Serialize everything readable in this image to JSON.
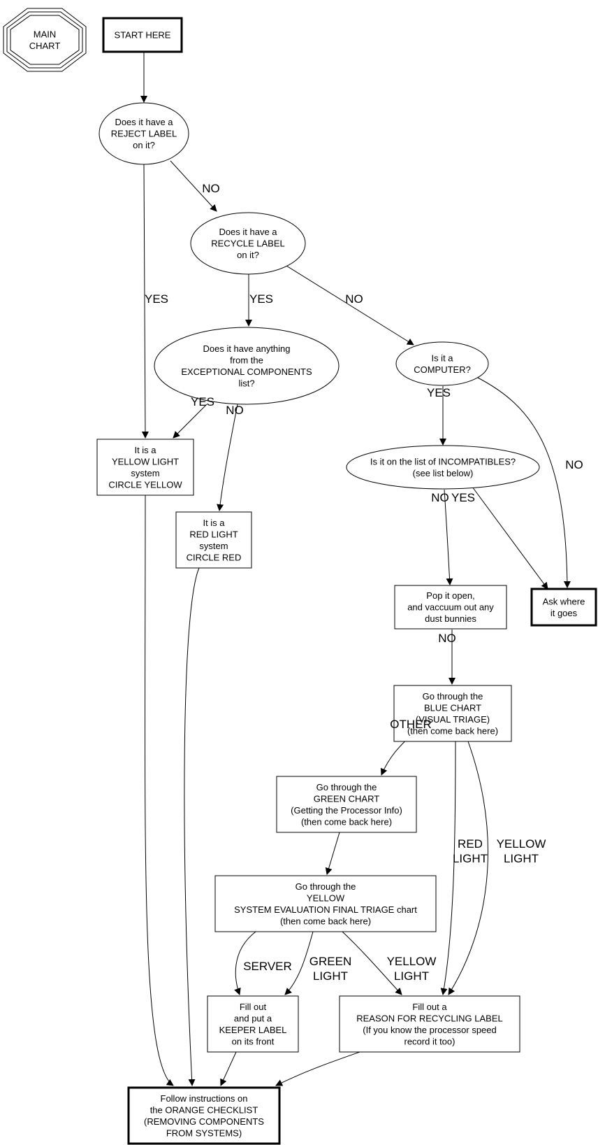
{
  "title": "MAIN CHART",
  "nodes": [
    {
      "id": "main",
      "kind": "octagon-triple",
      "lines": [
        "MAIN",
        "CHART"
      ]
    },
    {
      "id": "start",
      "kind": "box-bold",
      "lines": [
        "START HERE"
      ]
    },
    {
      "id": "reject",
      "kind": "ellipse",
      "lines": [
        "Does it have a",
        "REJECT LABEL",
        "on it?"
      ]
    },
    {
      "id": "recycle",
      "kind": "ellipse",
      "lines": [
        "Does it have a",
        "RECYCLE LABEL",
        "on it?"
      ]
    },
    {
      "id": "exceptional",
      "kind": "ellipse",
      "lines": [
        "Does it have anything",
        "from the",
        "EXCEPTIONAL COMPONENTS",
        "list?"
      ]
    },
    {
      "id": "computer",
      "kind": "ellipse",
      "lines": [
        "Is it a",
        "COMPUTER?"
      ]
    },
    {
      "id": "yellowlight",
      "kind": "box",
      "lines": [
        "It is a",
        "YELLOW LIGHT",
        "system",
        "CIRCLE YELLOW"
      ]
    },
    {
      "id": "redlight",
      "kind": "box",
      "lines": [
        "It is a",
        "RED LIGHT",
        "system",
        "CIRCLE RED"
      ]
    },
    {
      "id": "incompat",
      "kind": "ellipse",
      "lines": [
        "Is it on the list of INCOMPATIBLES?",
        "(see list below)"
      ]
    },
    {
      "id": "ask",
      "kind": "box-bold",
      "lines": [
        "Ask where",
        "it goes"
      ]
    },
    {
      "id": "pop",
      "kind": "box",
      "lines": [
        "Pop it open,",
        "and vaccuum out any",
        "dust bunnies"
      ]
    },
    {
      "id": "blue",
      "kind": "box",
      "lines": [
        "Go through the",
        "BLUE CHART",
        "(VISUAL TRIAGE)",
        "(then come back here)"
      ]
    },
    {
      "id": "green",
      "kind": "box",
      "lines": [
        "Go through the",
        "GREEN CHART",
        "(Getting the Processor Info)",
        "(then come back here)"
      ]
    },
    {
      "id": "yellowchart",
      "kind": "box",
      "lines": [
        "Go through the",
        "YELLOW",
        "SYSTEM EVALUATION FINAL TRIAGE chart",
        "(then come back here)"
      ]
    },
    {
      "id": "keeper",
      "kind": "box",
      "lines": [
        "Fill out",
        "and put a",
        "KEEPER LABEL",
        "on its front"
      ]
    },
    {
      "id": "reason",
      "kind": "box",
      "lines": [
        "Fill out a",
        "REASON FOR RECYCLING LABEL",
        "(If you know the processor speed",
        "record it too)"
      ]
    },
    {
      "id": "orange",
      "kind": "box-bold",
      "lines": [
        "Follow instructions on",
        "the ORANGE CHECKLIST",
        "(REMOVING COMPONENTS",
        "FROM SYSTEMS)"
      ]
    }
  ],
  "edges": [
    {
      "from": "start",
      "to": "reject",
      "label": ""
    },
    {
      "from": "reject",
      "to": "recycle",
      "label": "NO"
    },
    {
      "from": "reject",
      "to": "yellowlight",
      "label": "YES"
    },
    {
      "from": "recycle",
      "to": "exceptional",
      "label": "YES"
    },
    {
      "from": "recycle",
      "to": "computer",
      "label": "NO"
    },
    {
      "from": "exceptional",
      "to": "yellowlight",
      "label": "YES"
    },
    {
      "from": "exceptional",
      "to": "redlight",
      "label": "NO"
    },
    {
      "from": "computer",
      "to": "incompat",
      "label": "YES"
    },
    {
      "from": "computer",
      "to": "ask",
      "label": "NO"
    },
    {
      "from": "incompat",
      "to": "pop",
      "label": "NO"
    },
    {
      "from": "incompat",
      "to": "ask",
      "label": "YES"
    },
    {
      "from": "pop",
      "to": "blue",
      "label": "NO"
    },
    {
      "from": "blue",
      "to": "green",
      "label": "OTHER"
    },
    {
      "from": "blue",
      "to": "reason",
      "label": [
        "RED",
        "LIGHT"
      ]
    },
    {
      "from": "blue",
      "to": "reason",
      "label": [
        "YELLOW",
        "LIGHT"
      ]
    },
    {
      "from": "green",
      "to": "yellowchart",
      "label": ""
    },
    {
      "from": "yellowchart",
      "to": "keeper",
      "label": "SERVER"
    },
    {
      "from": "yellowchart",
      "to": "keeper",
      "label": [
        "GREEN",
        "LIGHT"
      ]
    },
    {
      "from": "yellowchart",
      "to": "reason",
      "label": [
        "YELLOW",
        "LIGHT"
      ]
    },
    {
      "from": "yellowlight",
      "to": "orange",
      "label": ""
    },
    {
      "from": "redlight",
      "to": "orange",
      "label": ""
    },
    {
      "from": "keeper",
      "to": "orange",
      "label": ""
    },
    {
      "from": "reason",
      "to": "orange",
      "label": ""
    }
  ]
}
